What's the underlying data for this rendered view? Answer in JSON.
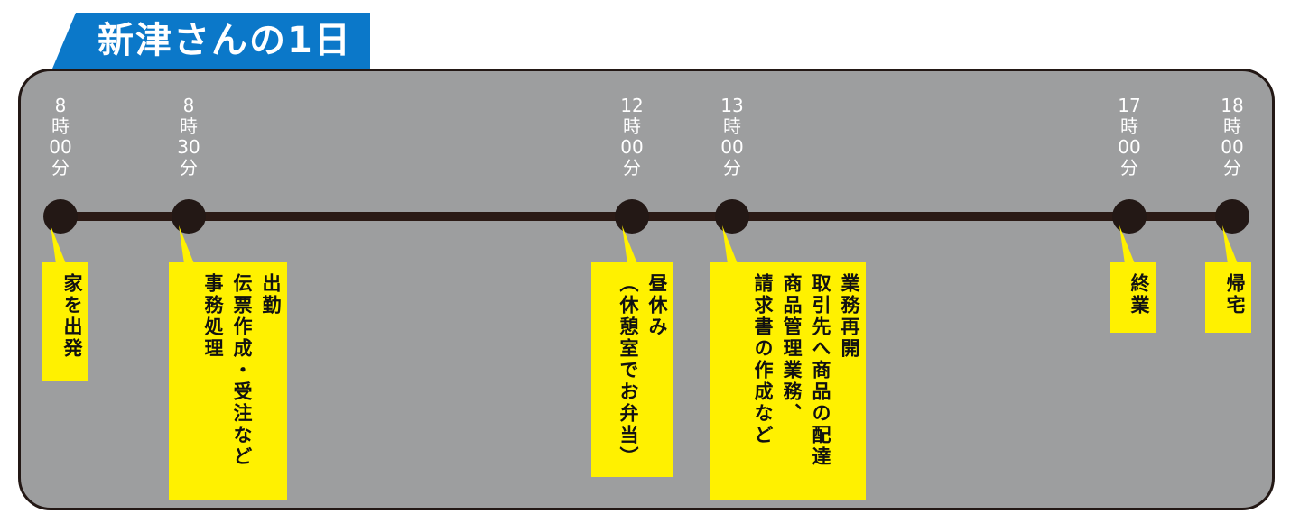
{
  "title": "新津さんの1日",
  "colors": {
    "title_bg": "#0b78c9",
    "panel_bg": "#9d9e9f",
    "line": "#231815",
    "note_bg": "#fff100",
    "time_text": "#ffffff"
  },
  "events": [
    {
      "time": {
        "hour": "8",
        "hour_unit": "時",
        "min": "00",
        "min_unit": "分"
      },
      "lines": [
        "家を出発"
      ]
    },
    {
      "time": {
        "hour": "8",
        "hour_unit": "時",
        "min": "30",
        "min_unit": "分"
      },
      "lines": [
        "出勤",
        "伝票作成・受注など",
        "事務処理"
      ]
    },
    {
      "time": {
        "hour": "12",
        "hour_unit": "時",
        "min": "00",
        "min_unit": "分"
      },
      "lines": [
        "昼休み",
        "（休憩室でお弁当）"
      ]
    },
    {
      "time": {
        "hour": "13",
        "hour_unit": "時",
        "min": "00",
        "min_unit": "分"
      },
      "lines": [
        "業務再開",
        "取引先へ商品の配達",
        "商品管理業務、",
        "請求書の作成など"
      ]
    },
    {
      "time": {
        "hour": "17",
        "hour_unit": "時",
        "min": "00",
        "min_unit": "分"
      },
      "lines": [
        "終業"
      ]
    },
    {
      "time": {
        "hour": "18",
        "hour_unit": "時",
        "min": "00",
        "min_unit": "分"
      },
      "lines": [
        "帰宅"
      ]
    }
  ]
}
